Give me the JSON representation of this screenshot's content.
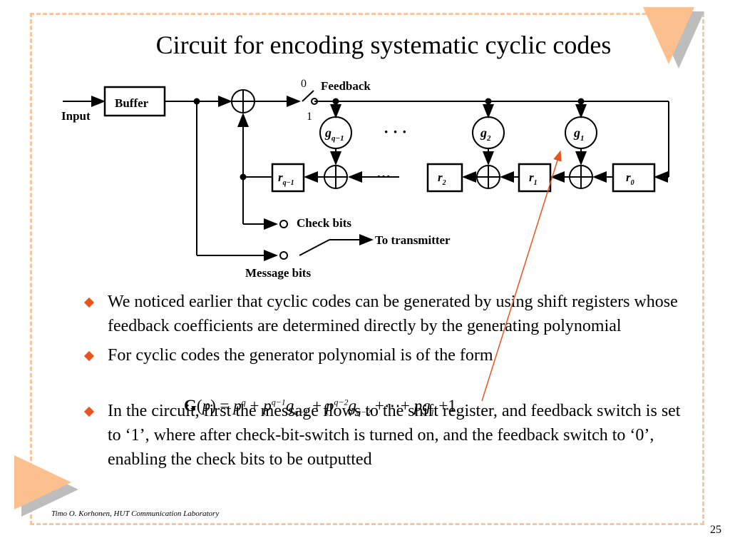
{
  "slide": {
    "title": "Circuit for encoding systematic cyclic codes",
    "footer": "Timo O. Korhonen, HUT Communication Laboratory",
    "page_number": "25",
    "accent_color": "#f6c79c",
    "bullet_color": "#e8541d"
  },
  "diagram": {
    "input": "Input",
    "buffer": "Buffer",
    "feedback": "Feedback",
    "switch_0": "0",
    "switch_1": "1",
    "coef_gq1": "g",
    "coef_gq1_sub": "q−1",
    "coef_g2": "g",
    "coef_g2_sub": "2",
    "coef_g1": "g",
    "coef_g1_sub": "1",
    "reg_rq1": "r",
    "reg_rq1_sub": "q−1",
    "reg_r2": "r",
    "reg_r2_sub": "2",
    "reg_r1": "r",
    "reg_r1_sub": "1",
    "reg_r0": "r",
    "reg_r0_sub": "0",
    "dots_top": "·  ·  ·",
    "dots_mid": "···",
    "check_bits": "Check bits",
    "to_transmitter": "To transmitter",
    "message_bits": "Message bits"
  },
  "bullets": [
    "We noticed earlier that cyclic codes can be generated by using shift registers whose feedback coefficients are determined directly by the generating polynomial",
    "For cyclic codes the generator polynomial is of the form",
    "In the circuit, first the message flows to the shift register, and feedback switch is set to ‘1’, where after check-bit-switch is turned on, and the feedback switch to ‘0’, enabling the check bits to be outputted"
  ],
  "formula": {
    "G": "G",
    "open": "(",
    "p": "p",
    "close": ")",
    "eq": " = ",
    "t1": "p",
    "t1_sup": "q",
    "plus1": " + ",
    "t2": "p",
    "t2_sup": "q−1",
    "t2g": "g",
    "t2g_sub": "q−1",
    "plus2": " + ",
    "t3": "p",
    "t3_sup": "q−2",
    "t3g": "g",
    "t3g_sub": "q−2",
    "plus3": " +⋯+ ",
    "t4": "pg",
    "t4_sub": "1",
    "plus4": " +",
    "one": "1"
  }
}
